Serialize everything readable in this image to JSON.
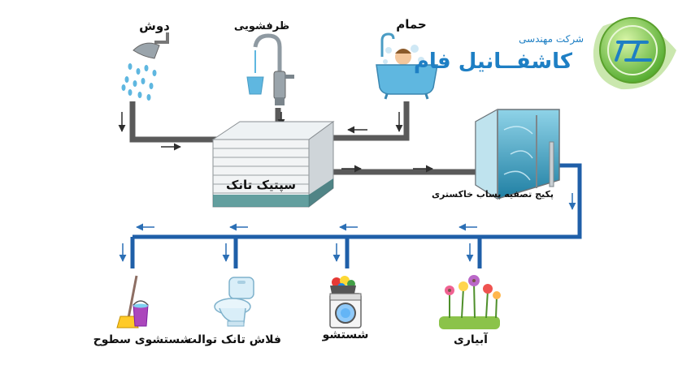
{
  "sources": {
    "shower_label": "دوش",
    "sink_label": "ظرفشویی",
    "bathtub_label": "حمام"
  },
  "tank": {
    "label": "سپتیک تانک"
  },
  "treatment": {
    "label": "پکیج تصفیه پساب خاکستری"
  },
  "outputs": {
    "irrigation_label": "آبیاری",
    "washing_label": "شستشو",
    "toilet_label": "فلاش تانک توالت",
    "floor_label": "شستشوی سطوح"
  },
  "brand": {
    "subtitle": "شرکت مهندسی",
    "name": "کاشفــانیل فام"
  },
  "colors": {
    "gray_pipe": "#5a5a5a",
    "blue_pipe": "#1f5fa8",
    "arrow": "#2f2f2f",
    "water": "#2f8fb0",
    "brand_blue": "#1e7fc4",
    "brand_green": "#6fbf3a"
  }
}
